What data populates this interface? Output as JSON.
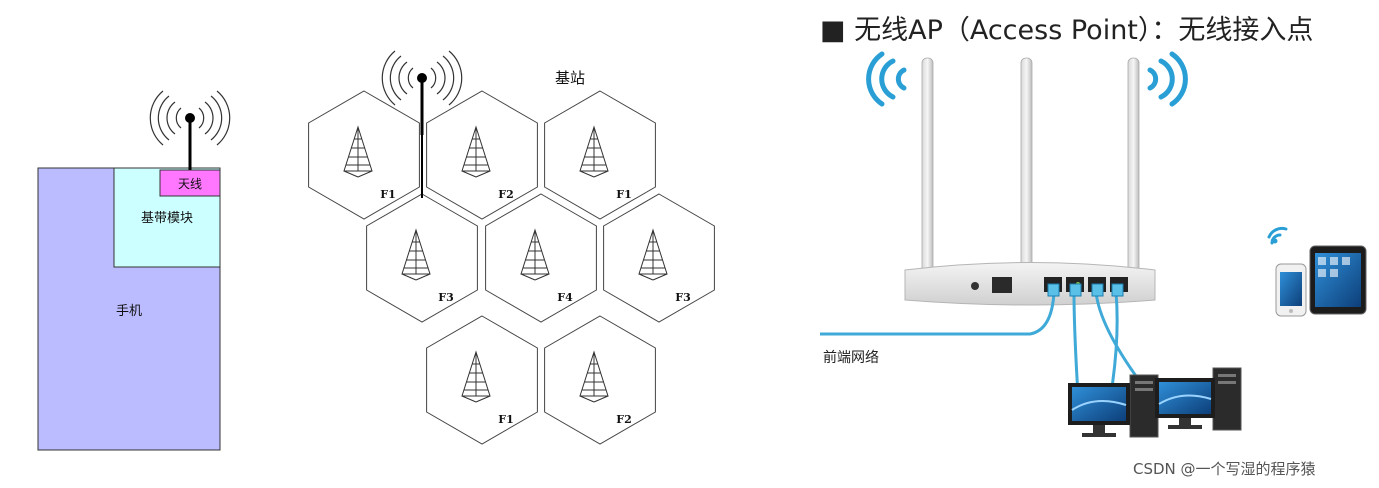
{
  "phone_diagram": {
    "phone_label": "手机",
    "baseband_label": "基带模块",
    "antenna_label": "天线",
    "colors": {
      "phone": "#bbbbff",
      "baseband": "#ccffff",
      "antenna": "#ff77ff"
    }
  },
  "cell_diagram": {
    "station_label": "基站",
    "cells": [
      "F1",
      "F2",
      "F1",
      "F3",
      "F4",
      "F3",
      "F1",
      "F2"
    ]
  },
  "ap_diagram": {
    "title": "■ 无线AP（Access Point）：无线接入点",
    "network_label": "前端网络",
    "colors": {
      "cable": "#3fa9d8",
      "wifi": "#2a9fd6"
    }
  },
  "watermark": "CSDN @一个写湿的程序猿"
}
